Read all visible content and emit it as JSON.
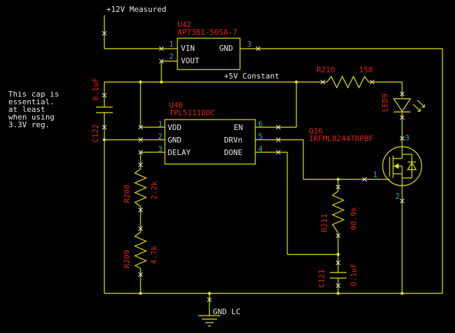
{
  "nets": {
    "v12": "+12V Measured",
    "v5": "+5V Constant",
    "gnd": "GND LC"
  },
  "note": [
    "This cap is",
    "essential.",
    "at least",
    "when using",
    "3.3V reg."
  ],
  "parts": {
    "u42": {
      "ref": "U42",
      "value": "AP7381-50SA-7",
      "pins": {
        "vin": "VIN",
        "vout": "VOUT",
        "gnd": "GND",
        "p1": "1",
        "p2": "2",
        "p3": "3"
      }
    },
    "u40": {
      "ref": "U40",
      "value": "TPL5111DDC",
      "pins": {
        "vdd": "VDD",
        "gnd": "GND",
        "delay": "DELAY",
        "en": "EN",
        "drvn": "DRVn",
        "done": "DONE",
        "p1": "1",
        "p2": "2",
        "p3": "3",
        "p4": "4",
        "p5": "5",
        "p6": "6"
      }
    },
    "r210": {
      "ref": "R210",
      "value": "150"
    },
    "led9": {
      "ref": "LED9"
    },
    "q16": {
      "ref": "Q16",
      "value": "IRFML8244TRPBF",
      "p1": "1",
      "p2": "2",
      "p3": "3"
    },
    "c122": {
      "ref": "C122",
      "value": "0.1uF"
    },
    "r208": {
      "ref": "R208",
      "value": "2.2k"
    },
    "r209": {
      "ref": "R209",
      "value": "4.7k"
    },
    "r211": {
      "ref": "R211",
      "value": "90.9k"
    },
    "c121": {
      "ref": "C121",
      "value": "0.1uF"
    }
  },
  "colors": {
    "background": "#000000",
    "wire": "#e6e600",
    "reference_text": "#e0201a",
    "pin_number": "#2aa8c8",
    "label_text": "#e8e8e8"
  }
}
